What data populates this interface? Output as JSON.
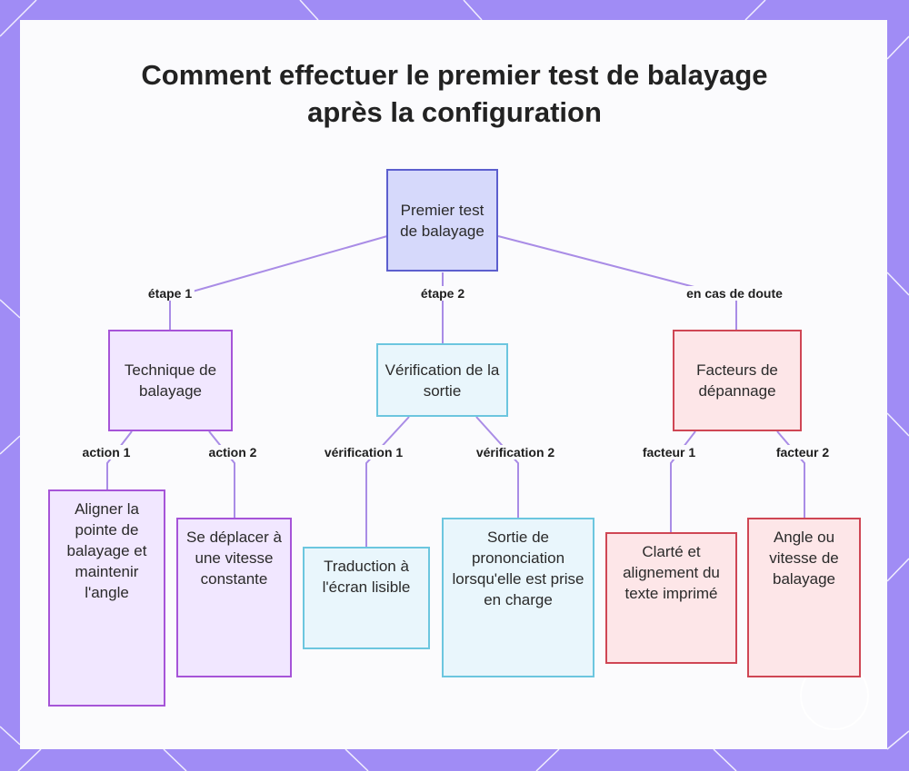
{
  "title": "Comment effectuer le premier test de balayage après la configuration",
  "nodes": {
    "root": "Premier test de balayage",
    "technique": "Technique de balayage",
    "verification": "Vérification de la sortie",
    "troubleshoot": "Facteurs de dépannage",
    "align": "Aligner la pointe de balayage et maintenir l'angle",
    "speed": "Se déplacer à une vitesse constante",
    "translation": "Traduction à l'écran lisible",
    "pronunciation": "Sortie de prononciation lorsqu'elle est prise en charge",
    "clarity": "Clarté et alignement du texte imprimé",
    "angle": "Angle ou vitesse de balayage"
  },
  "edges": {
    "step1": "étape 1",
    "step2": "étape 2",
    "doubt": "en cas de doute",
    "action1": "action 1",
    "action2": "action 2",
    "check1": "vérification 1",
    "check2": "vérification 2",
    "factor1": "facteur 1",
    "factor2": "facteur 2"
  },
  "colors": {
    "frame": "#a08cf5",
    "edge": "#a98ce6",
    "root_border": "#5c5fce",
    "purple_border": "#a654d8",
    "cyan_border": "#6cc6df",
    "red_border": "#cf4654"
  }
}
